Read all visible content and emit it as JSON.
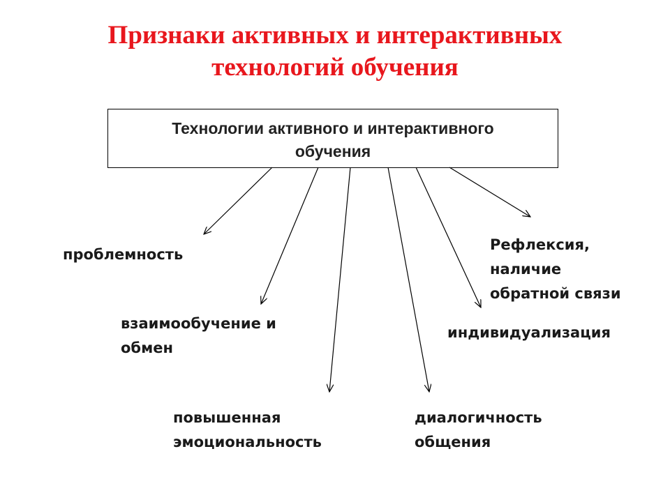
{
  "title": {
    "line1": "Признаки активных и интерактивных",
    "line2": "технологий обучения"
  },
  "center": {
    "line1": "Технологии активного и интерактивного",
    "line2": "обучения"
  },
  "features": {
    "problem": [
      "проблемность"
    ],
    "mutual": [
      "взаимообучение и",
      "обмен"
    ],
    "emotion": [
      "повышенная",
      "эмоциональность"
    ],
    "dialog": [
      "диалогичность",
      "общения"
    ],
    "individual": [
      "индивидуализация"
    ],
    "reflection": [
      "Рефлексия,",
      "наличие",
      "обратной связи"
    ]
  },
  "colors": {
    "title": "#e8171d",
    "text": "#1a1a1a",
    "lines": "#000000"
  }
}
